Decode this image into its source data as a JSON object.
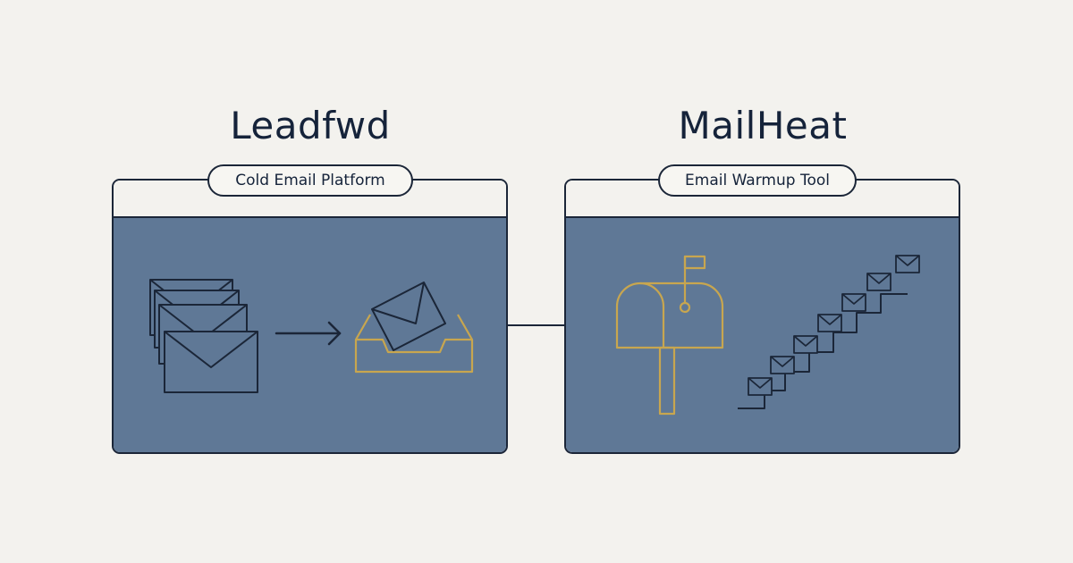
{
  "products": [
    {
      "name": "Leadfwd",
      "tag": "Cold Email Platform",
      "icons": [
        "stacked-envelopes-icon",
        "right-arrow-icon",
        "inbox-tray-icon"
      ]
    },
    {
      "name": "MailHeat",
      "tag": "Email Warmup Tool",
      "icons": [
        "mailbox-icon",
        "envelope-staircase-icon"
      ]
    }
  ],
  "colors": {
    "background": "#f3f2ee",
    "panel_fill": "#5f7896",
    "outline": "#1b2638",
    "accent_gold": "#c8a64f"
  }
}
